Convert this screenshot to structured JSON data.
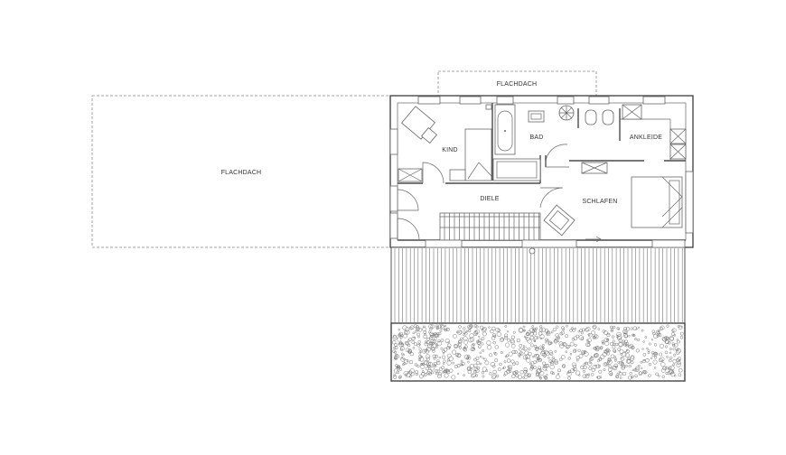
{
  "rooms": {
    "flachdach_top": "FLACHDACH",
    "flachdach_left": "FLACHDACH",
    "kind": "KIND",
    "bad": "BAD",
    "ankleide": "ANKLEIDE",
    "diele": "DIELE",
    "schlafen": "SCHLAFEN"
  },
  "colors": {
    "wall": "#4a4a4a",
    "line": "#666666",
    "dashed": "#8a8a8a",
    "background": "#ffffff"
  }
}
